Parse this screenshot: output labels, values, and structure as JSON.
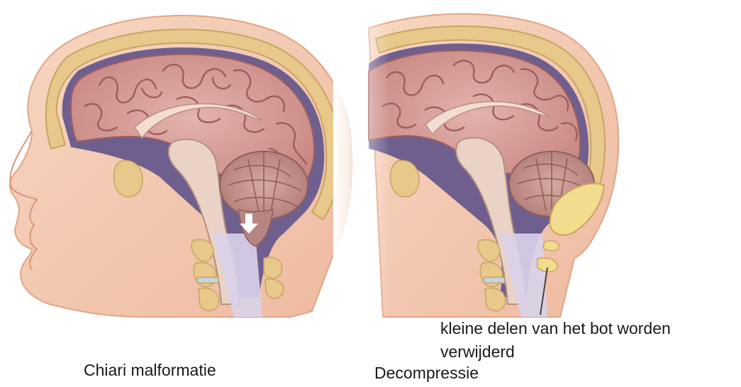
{
  "panels": [
    {
      "caption": "Chiari malformatie"
    },
    {
      "caption": "Decompressie"
    }
  ],
  "annotation": "kleine delen van het bot worden verwijderd",
  "annotation_lines": [
    "kleine delen van het bot worden",
    "verwijderd"
  ],
  "colors": {
    "skin": "#f4c9b0",
    "skin_edge": "#e7a98c",
    "skull": "#e8c88b",
    "skull_edge": "#c9a461",
    "csf": "#6f5f8f",
    "brain": "#d39c98",
    "brain_fold": "#9e5e5e",
    "cerebellum": "#c6928d",
    "brainstem": "#ead3c6",
    "bone_piece": "#f2dc8e"
  },
  "icons": [
    "downward-arrow-icon",
    "pointer-line"
  ]
}
